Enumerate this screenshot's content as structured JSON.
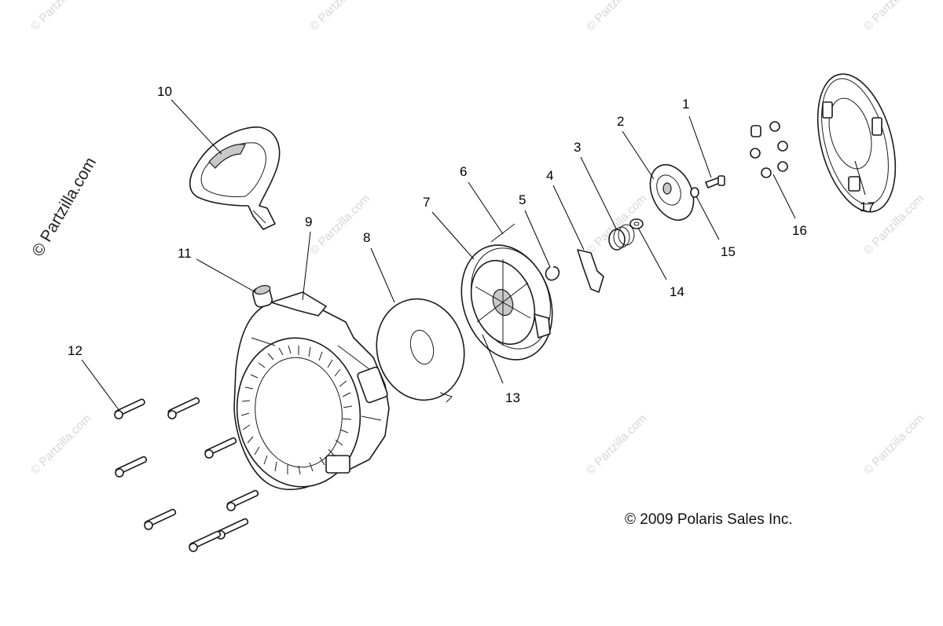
{
  "watermark": "© Partzilla.com",
  "side_watermark": "© Partzilla.com",
  "copyright": "© 2009 Polaris Sales Inc.",
  "callouts": [
    {
      "id": "1",
      "label": "1"
    },
    {
      "id": "2",
      "label": "2"
    },
    {
      "id": "3",
      "label": "3"
    },
    {
      "id": "4",
      "label": "4"
    },
    {
      "id": "5",
      "label": "5"
    },
    {
      "id": "6",
      "label": "6"
    },
    {
      "id": "7",
      "label": "7"
    },
    {
      "id": "8",
      "label": "8"
    },
    {
      "id": "9",
      "label": "9"
    },
    {
      "id": "10",
      "label": "10"
    },
    {
      "id": "11",
      "label": "11"
    },
    {
      "id": "12",
      "label": "12"
    },
    {
      "id": "13",
      "label": "13"
    },
    {
      "id": "14",
      "label": "14"
    },
    {
      "id": "15",
      "label": "15"
    },
    {
      "id": "16",
      "label": "16"
    },
    {
      "id": "17",
      "label": "17"
    }
  ]
}
